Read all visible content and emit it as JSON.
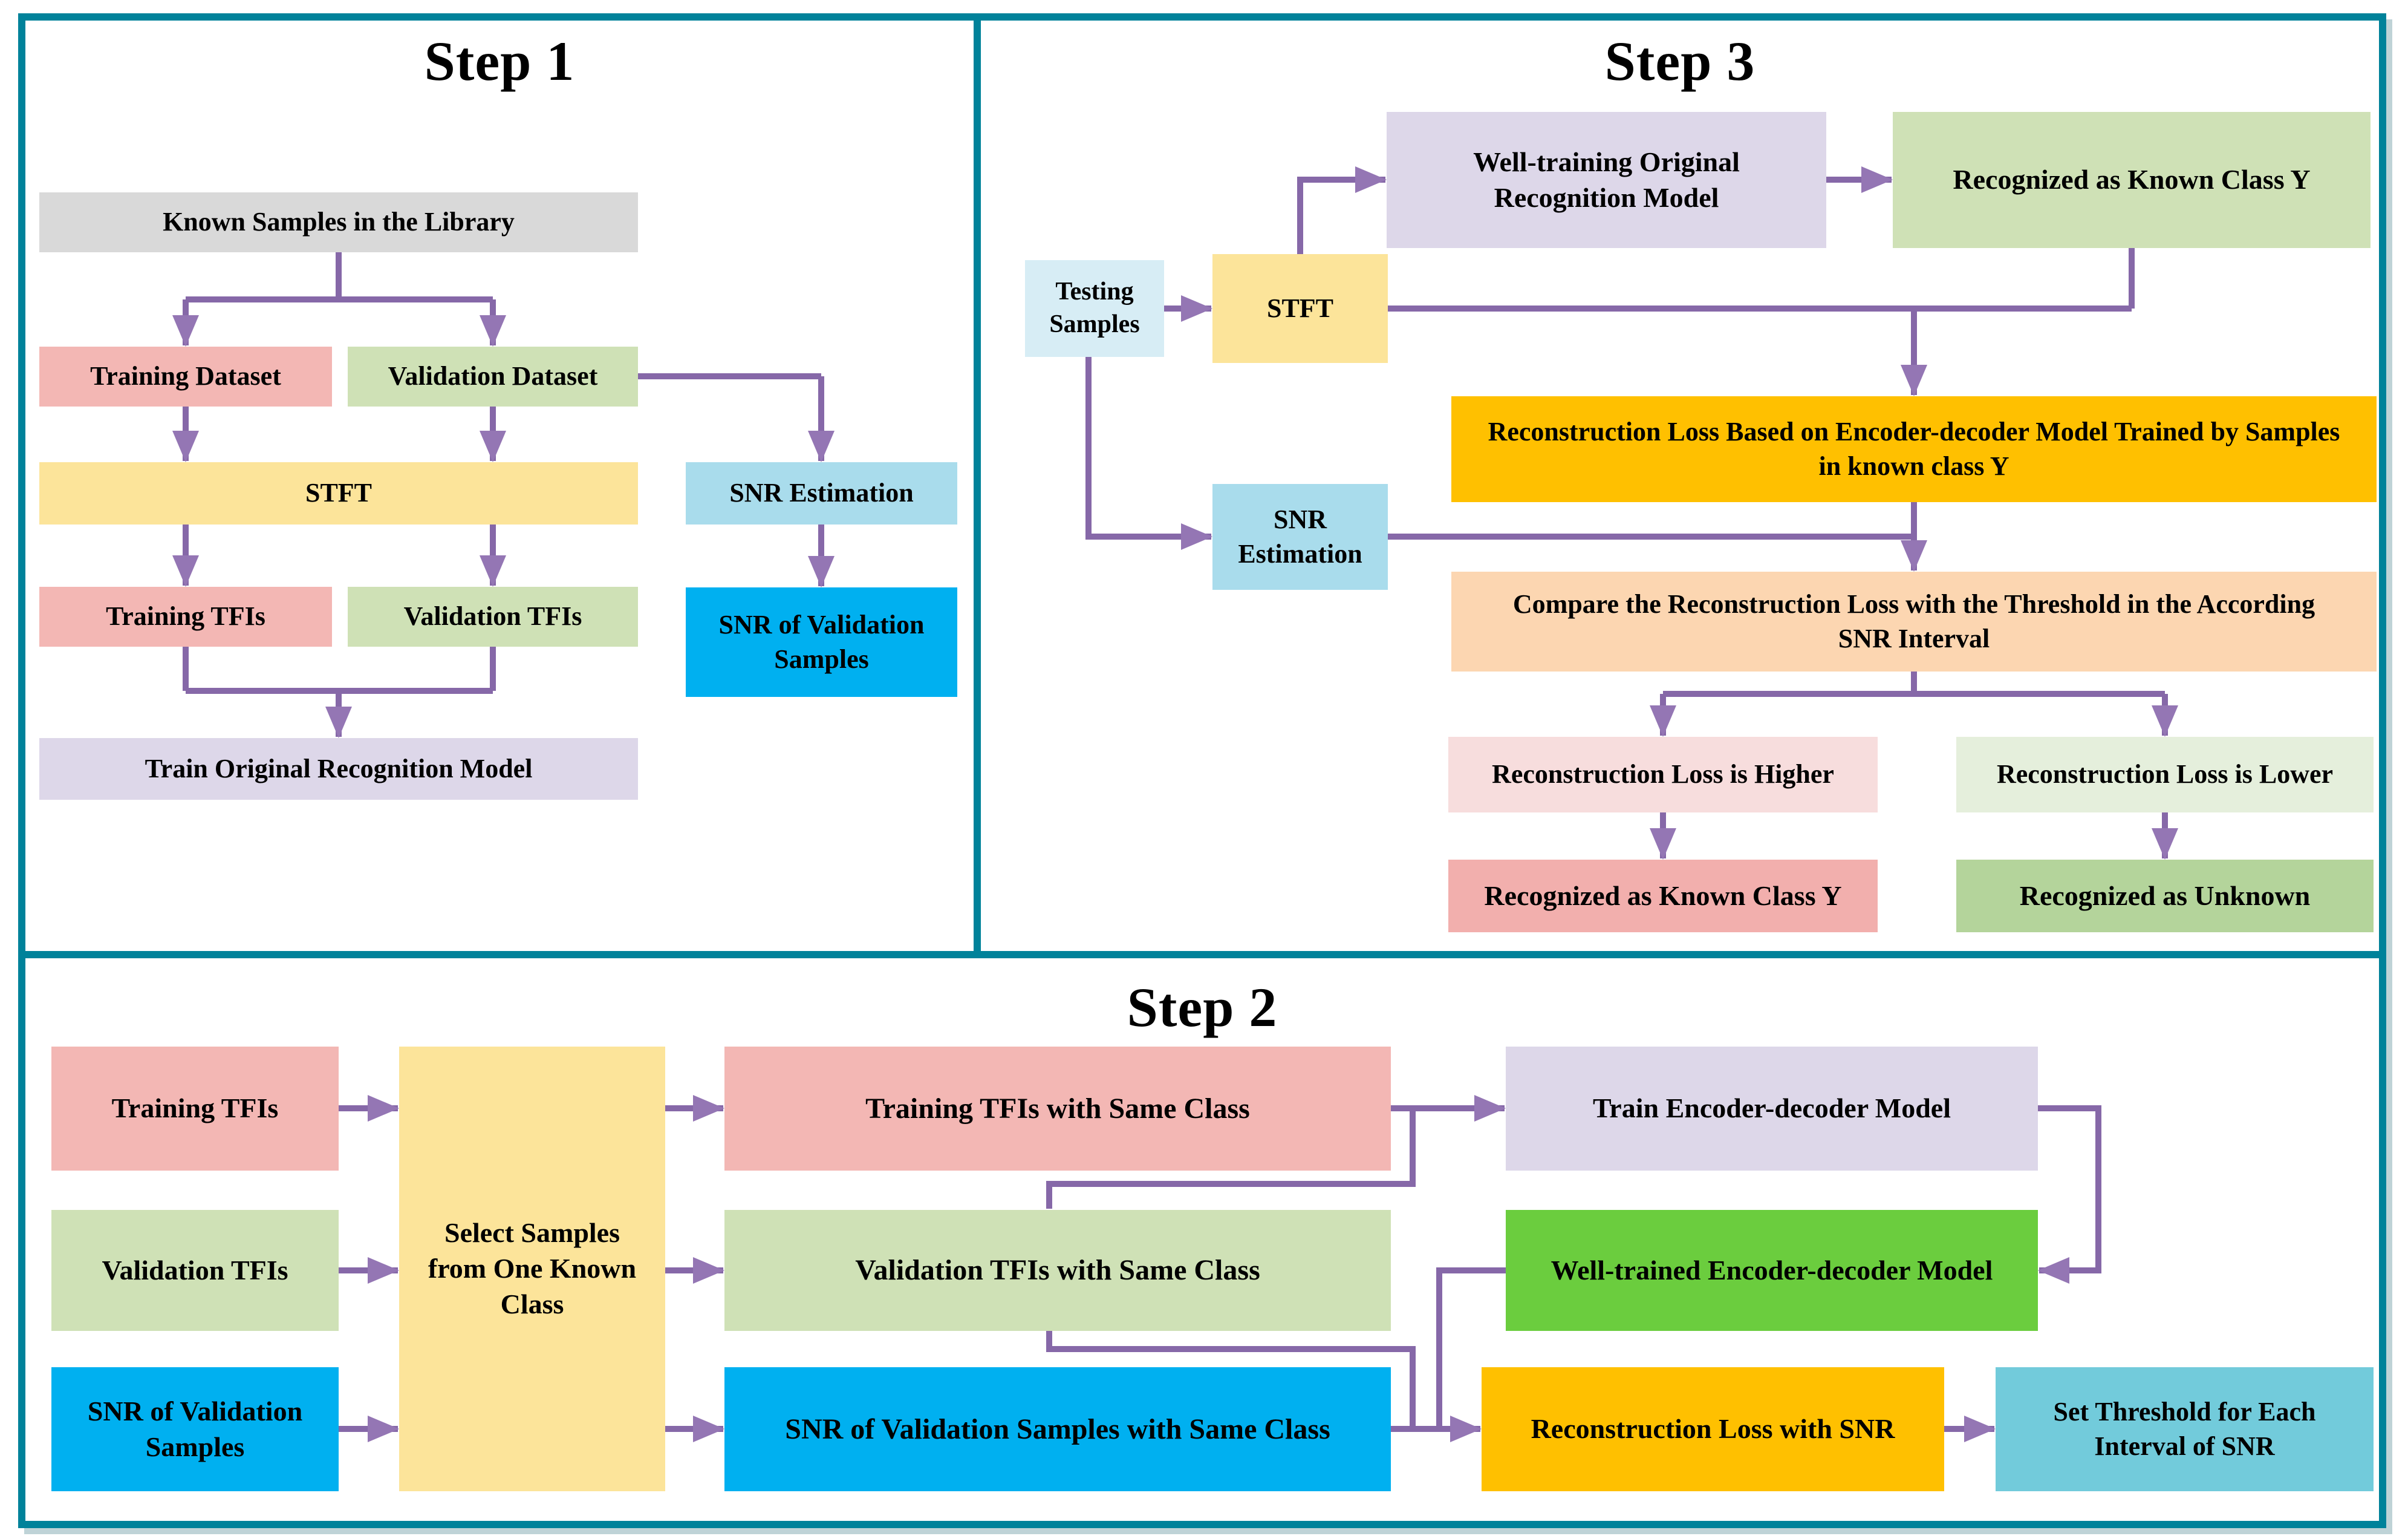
{
  "figure": {
    "kind": "flowchart",
    "panel_count": 3
  },
  "colors": {
    "panel_border": "#00829a",
    "connector_line": "#8668a8",
    "connector_arrowhead": "#9476b4",
    "gray": "#d9d9d9",
    "pink": "#f3b7b4",
    "light_green": "#cfe1b6",
    "yellow": "#fce49a",
    "pale_cyan": "#d7edf5",
    "cyan": "#a9dcec",
    "bright_blue": "#00b0f0",
    "lavender": "#ddd7e9",
    "orange": "#ffc000",
    "peach": "#fcd6b1",
    "pale_pink": "#f7dddd",
    "pale_green": "#e5efdc",
    "salmon": "#f2afad",
    "mid_green": "#b4d49b",
    "bright_green": "#6bcd3e",
    "teal_cyan": "#72cbdb"
  },
  "step1": {
    "title": "Step 1",
    "nodes": {
      "known_samples": {
        "label": "Known Samples in the Library"
      },
      "training_dataset": {
        "label": "Training Dataset"
      },
      "validation_dataset": {
        "label": "Validation Dataset"
      },
      "stft": {
        "label": "STFT"
      },
      "snr_estimation": {
        "label": "SNR Estimation"
      },
      "training_tfis": {
        "label": "Training TFIs"
      },
      "validation_tfis": {
        "label": "Validation TFIs"
      },
      "snr_of_validation_samples": {
        "label": "SNR of Validation Samples"
      },
      "train_original_model": {
        "label": "Train Original Recognition Model"
      }
    }
  },
  "step3": {
    "title": "Step 3",
    "nodes": {
      "testing_samples": {
        "label": "Testing Samples"
      },
      "stft": {
        "label": "STFT"
      },
      "well_training_model": {
        "label": "Well-training Original Recognition Model"
      },
      "recognized_known_top": {
        "label": "Recognized as Known Class Y"
      },
      "reconstruction_loss": {
        "label": "Reconstruction Loss Based on Encoder-decoder Model Trained by Samples in known class Y"
      },
      "snr_estimation": {
        "label": "SNR Estimation"
      },
      "compare_loss": {
        "label": "Compare the Reconstruction Loss with the Threshold in the According SNR Interval"
      },
      "loss_higher": {
        "label": "Reconstruction Loss is Higher"
      },
      "loss_lower": {
        "label": "Reconstruction Loss is Lower"
      },
      "recognized_known_bottom": {
        "label": "Recognized as Known Class Y"
      },
      "recognized_unknown": {
        "label": "Recognized as Unknown"
      }
    }
  },
  "step2": {
    "title": "Step 2",
    "nodes": {
      "training_tfis": {
        "label": "Training TFIs"
      },
      "validation_tfis": {
        "label": "Validation TFIs"
      },
      "snr_of_validation_samples": {
        "label": "SNR of Validation Samples"
      },
      "select_samples": {
        "label": "Select Samples from One Known Class"
      },
      "training_tfis_same_class": {
        "label": "Training TFIs with Same Class"
      },
      "validation_tfis_same_class": {
        "label": "Validation TFIs with Same Class"
      },
      "snr_same_class": {
        "label": "SNR of Validation Samples with Same Class"
      },
      "train_encoder_decoder": {
        "label": "Train Encoder-decoder Model"
      },
      "well_trained_encoder_decoder": {
        "label": "Well-trained Encoder-decoder Model"
      },
      "reconstruction_loss_snr": {
        "label": "Reconstruction Loss with SNR"
      },
      "set_threshold": {
        "label": "Set Threshold for Each Interval of SNR"
      }
    }
  }
}
